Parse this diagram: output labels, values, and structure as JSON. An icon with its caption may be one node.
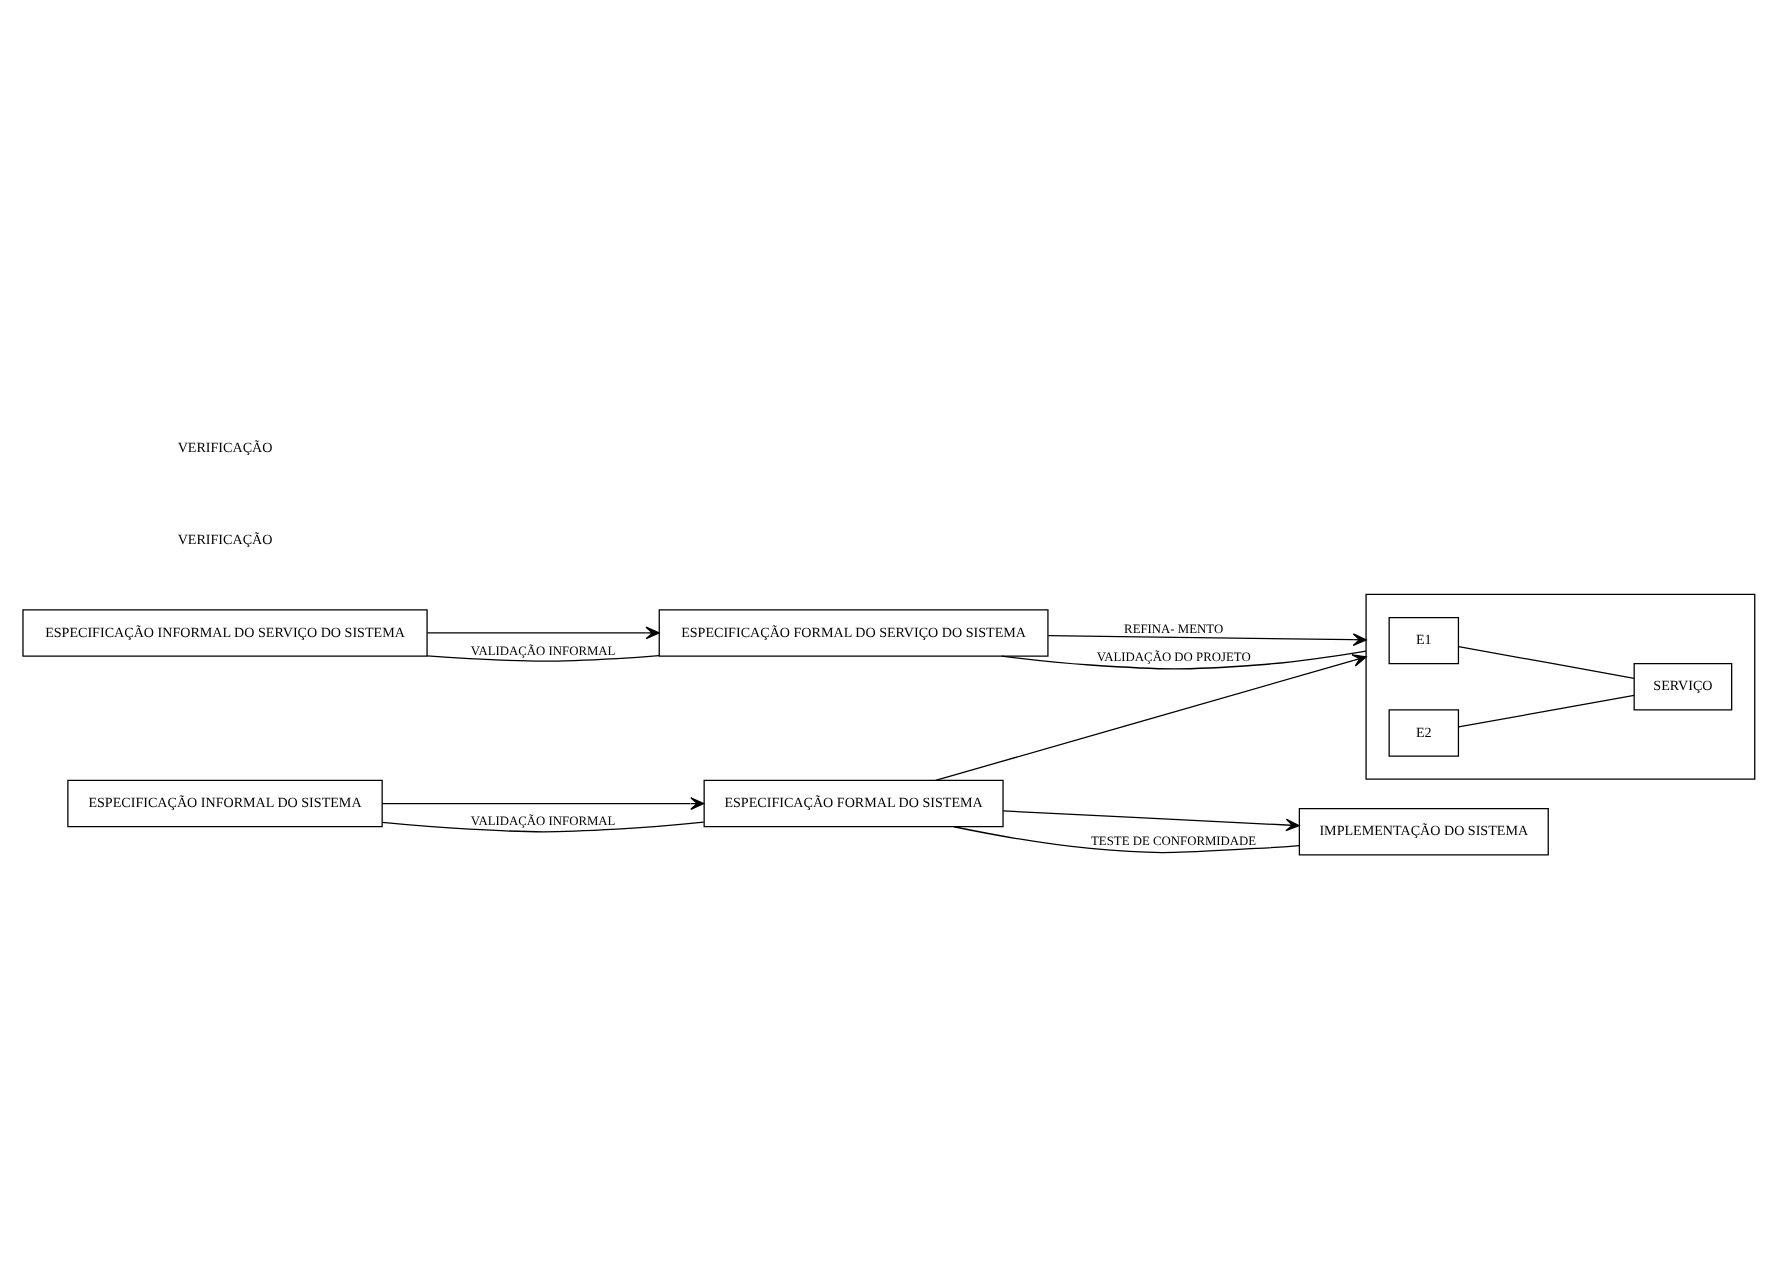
{
  "diagram": {
    "nodes": [
      {
        "text": [
          "ESPECIFICAÇÃO INFORMAL DO SERVIÇO DO SISTEMA"
        ]
      },
      {
        "text": [
          "ESPECIFICAÇÃO FORMAL DO SERVIÇO DO SISTEMA"
        ]
      },
      {
        "text": [],
        "shape": "box"
      },
      {
        "text": [
          "E1"
        ],
        "in": 2
      },
      {
        "text": [
          "E2"
        ],
        "in": 2
      },
      {
        "text": [
          "SERVIÇO"
        ],
        "in": 2
      },
      {
        "text": [
          "ESPECIFICAÇÃO INFORMAL DO SISTEMA"
        ]
      },
      {
        "text": [
          "ESPECIFICAÇÃO FORMAL DO SISTEMA"
        ]
      },
      {
        "text": [
          "IMPLEMENTAÇÃO DO SISTEMA"
        ]
      }
    ],
    "edges": [
      {
        "from": 0,
        "to": 1,
        "arrow": "to"
      },
      {
        "from": 0,
        "to": 1,
        "arrow": "none",
        "label": "VALIDAÇÃO INFORMAL"
      },
      {
        "from": 1,
        "to": 2,
        "arrow": "to",
        "label": "REFINA- MENTO"
      },
      {
        "from": 1,
        "to": 2,
        "arrow": "none",
        "label": "VALIDAÇÃO DO PROJETO"
      },
      {
        "from": 3,
        "to": 5,
        "arrow": "none"
      },
      {
        "from": 4,
        "to": 5,
        "arrow": "none"
      },
      {
        "from": 6,
        "to": 7,
        "arrow": "to"
      },
      {
        "from": 6,
        "to": 7,
        "arrow": "none",
        "label": "VALIDAÇÃO INFORMAL"
      },
      {
        "from": 7,
        "to": 2,
        "arrow": "to"
      },
      {
        "from": 7,
        "to": 8,
        "arrow": "to"
      },
      {
        "from": 7,
        "to": 8,
        "arrow": "none",
        "label": "TESTE DE CONFORMIDADE"
      }
    ],
    "labels": [
      "VERIFICAÇÃO",
      "VERIFICAÇÃO"
    ]
  }
}
